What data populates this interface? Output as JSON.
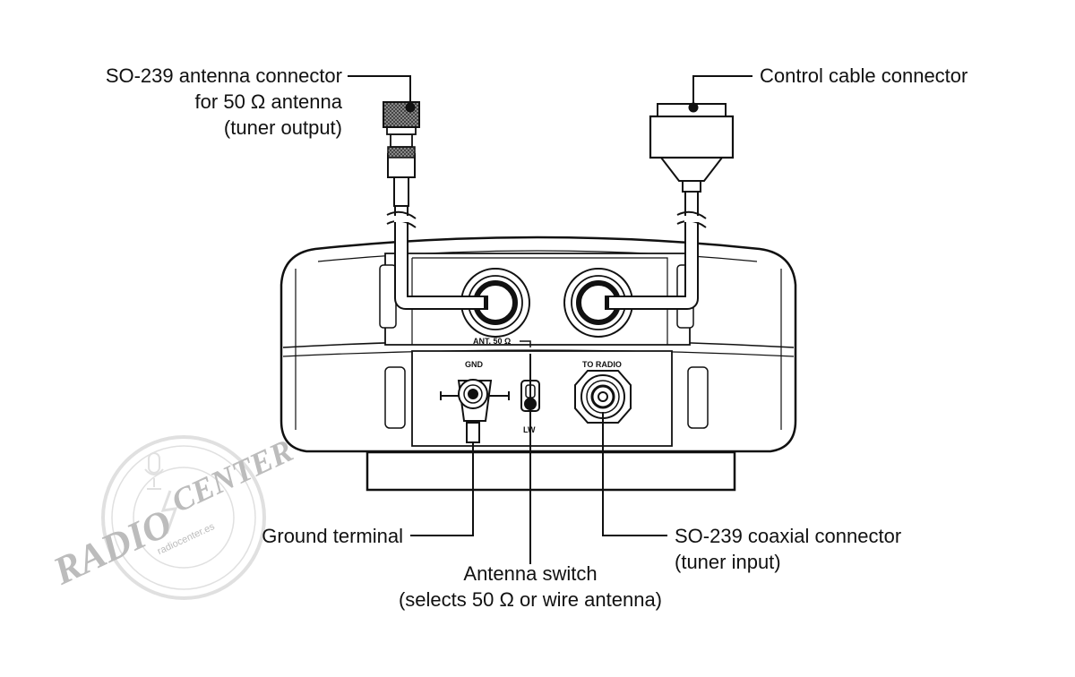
{
  "callouts": {
    "so239_antenna": [
      "SO-239 antenna connector",
      "for 50 Ω antenna",
      "(tuner output)"
    ],
    "control_cable": [
      "Control cable connector"
    ],
    "ground_terminal": [
      "Ground terminal"
    ],
    "antenna_switch": [
      "Antenna switch",
      "(selects 50 Ω or wire antenna)"
    ],
    "so239_coax": [
      "SO-239 coaxial connector",
      "(tuner input)"
    ]
  },
  "panel_labels": {
    "ant": "ANT. 50 Ω",
    "gnd": "GND",
    "to_radio": "TO RADIO",
    "lw": "LW"
  },
  "watermark": {
    "brand_top": "RADIO",
    "brand_bottom": "CENTER",
    "domain": "radiocenter.es"
  }
}
